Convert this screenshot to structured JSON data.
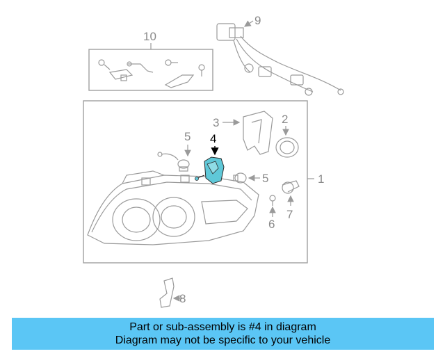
{
  "callouts": {
    "c1": "1",
    "c2": "2",
    "c3": "3",
    "c4": "4",
    "c5a": "5",
    "c5b": "5",
    "c6": "6",
    "c7": "7",
    "c8": "8",
    "c9": "9",
    "c10": "10"
  },
  "banner": {
    "line1": "Part or sub-assembly is #4 in diagram",
    "line2": "Diagram may not be specific to your vehicle"
  },
  "colors": {
    "banner_background": "#5bc6f5",
    "highlighted_part": "#5fc8d8"
  }
}
